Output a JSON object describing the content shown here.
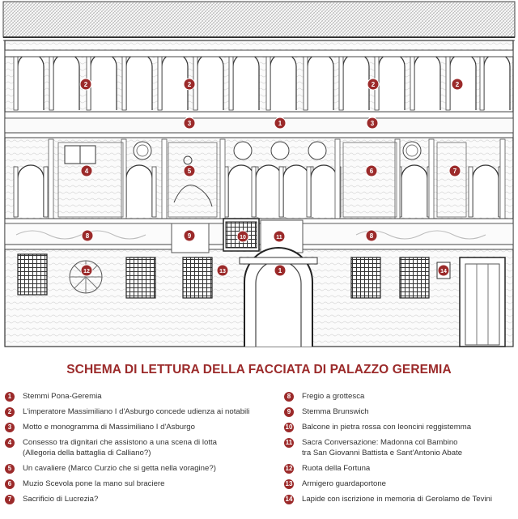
{
  "title": "SCHEMA DI LETTURA DELLA FACCIATA DI PALAZZO GEREMIA",
  "colors": {
    "accent": "#9b2a2a",
    "ink": "#3a3a3a",
    "text": "#333333"
  },
  "markers": [
    "1",
    "2",
    "3",
    "4",
    "5",
    "6",
    "7",
    "8",
    "9",
    "10",
    "11",
    "12",
    "13",
    "14"
  ],
  "legend_left": [
    {
      "num": "1",
      "lines": [
        "Stemmi Pona-Geremia"
      ]
    },
    {
      "num": "2",
      "lines": [
        "L'imperatore Massimiliano I d'Asburgo concede udienza ai notabili"
      ]
    },
    {
      "num": "3",
      "lines": [
        "Motto e monogramma di Massimiliano I d'Asburgo"
      ]
    },
    {
      "num": "4",
      "lines": [
        "Consesso tra dignitari che assistono a una scena di lotta",
        "(Allegoria della battaglia di Calliano?)"
      ]
    },
    {
      "num": "5",
      "lines": [
        "Un cavaliere (Marco Curzio che si getta nella voragine?)"
      ]
    },
    {
      "num": "6",
      "lines": [
        "Muzio Scevola pone la mano sul braciere"
      ]
    },
    {
      "num": "7",
      "lines": [
        "Sacrificio di Lucrezia?"
      ]
    }
  ],
  "legend_right": [
    {
      "num": "8",
      "lines": [
        "Fregio a grottesca"
      ]
    },
    {
      "num": "9",
      "lines": [
        "Stemma Brunswich"
      ]
    },
    {
      "num": "10",
      "lines": [
        "Balcone in pietra rossa con leoncini reggistemma"
      ]
    },
    {
      "num": "11",
      "lines": [
        "Sacra Conversazione: Madonna col Bambino",
        "tra San Giovanni Battista e Sant'Antonio Abate"
      ]
    },
    {
      "num": "12",
      "lines": [
        "Ruota della Fortuna"
      ]
    },
    {
      "num": "13",
      "lines": [
        "Armigero guardaportone"
      ]
    },
    {
      "num": "14",
      "lines": [
        "Lapide con iscrizione in memoria di Gerolamo de Tevini"
      ]
    }
  ]
}
